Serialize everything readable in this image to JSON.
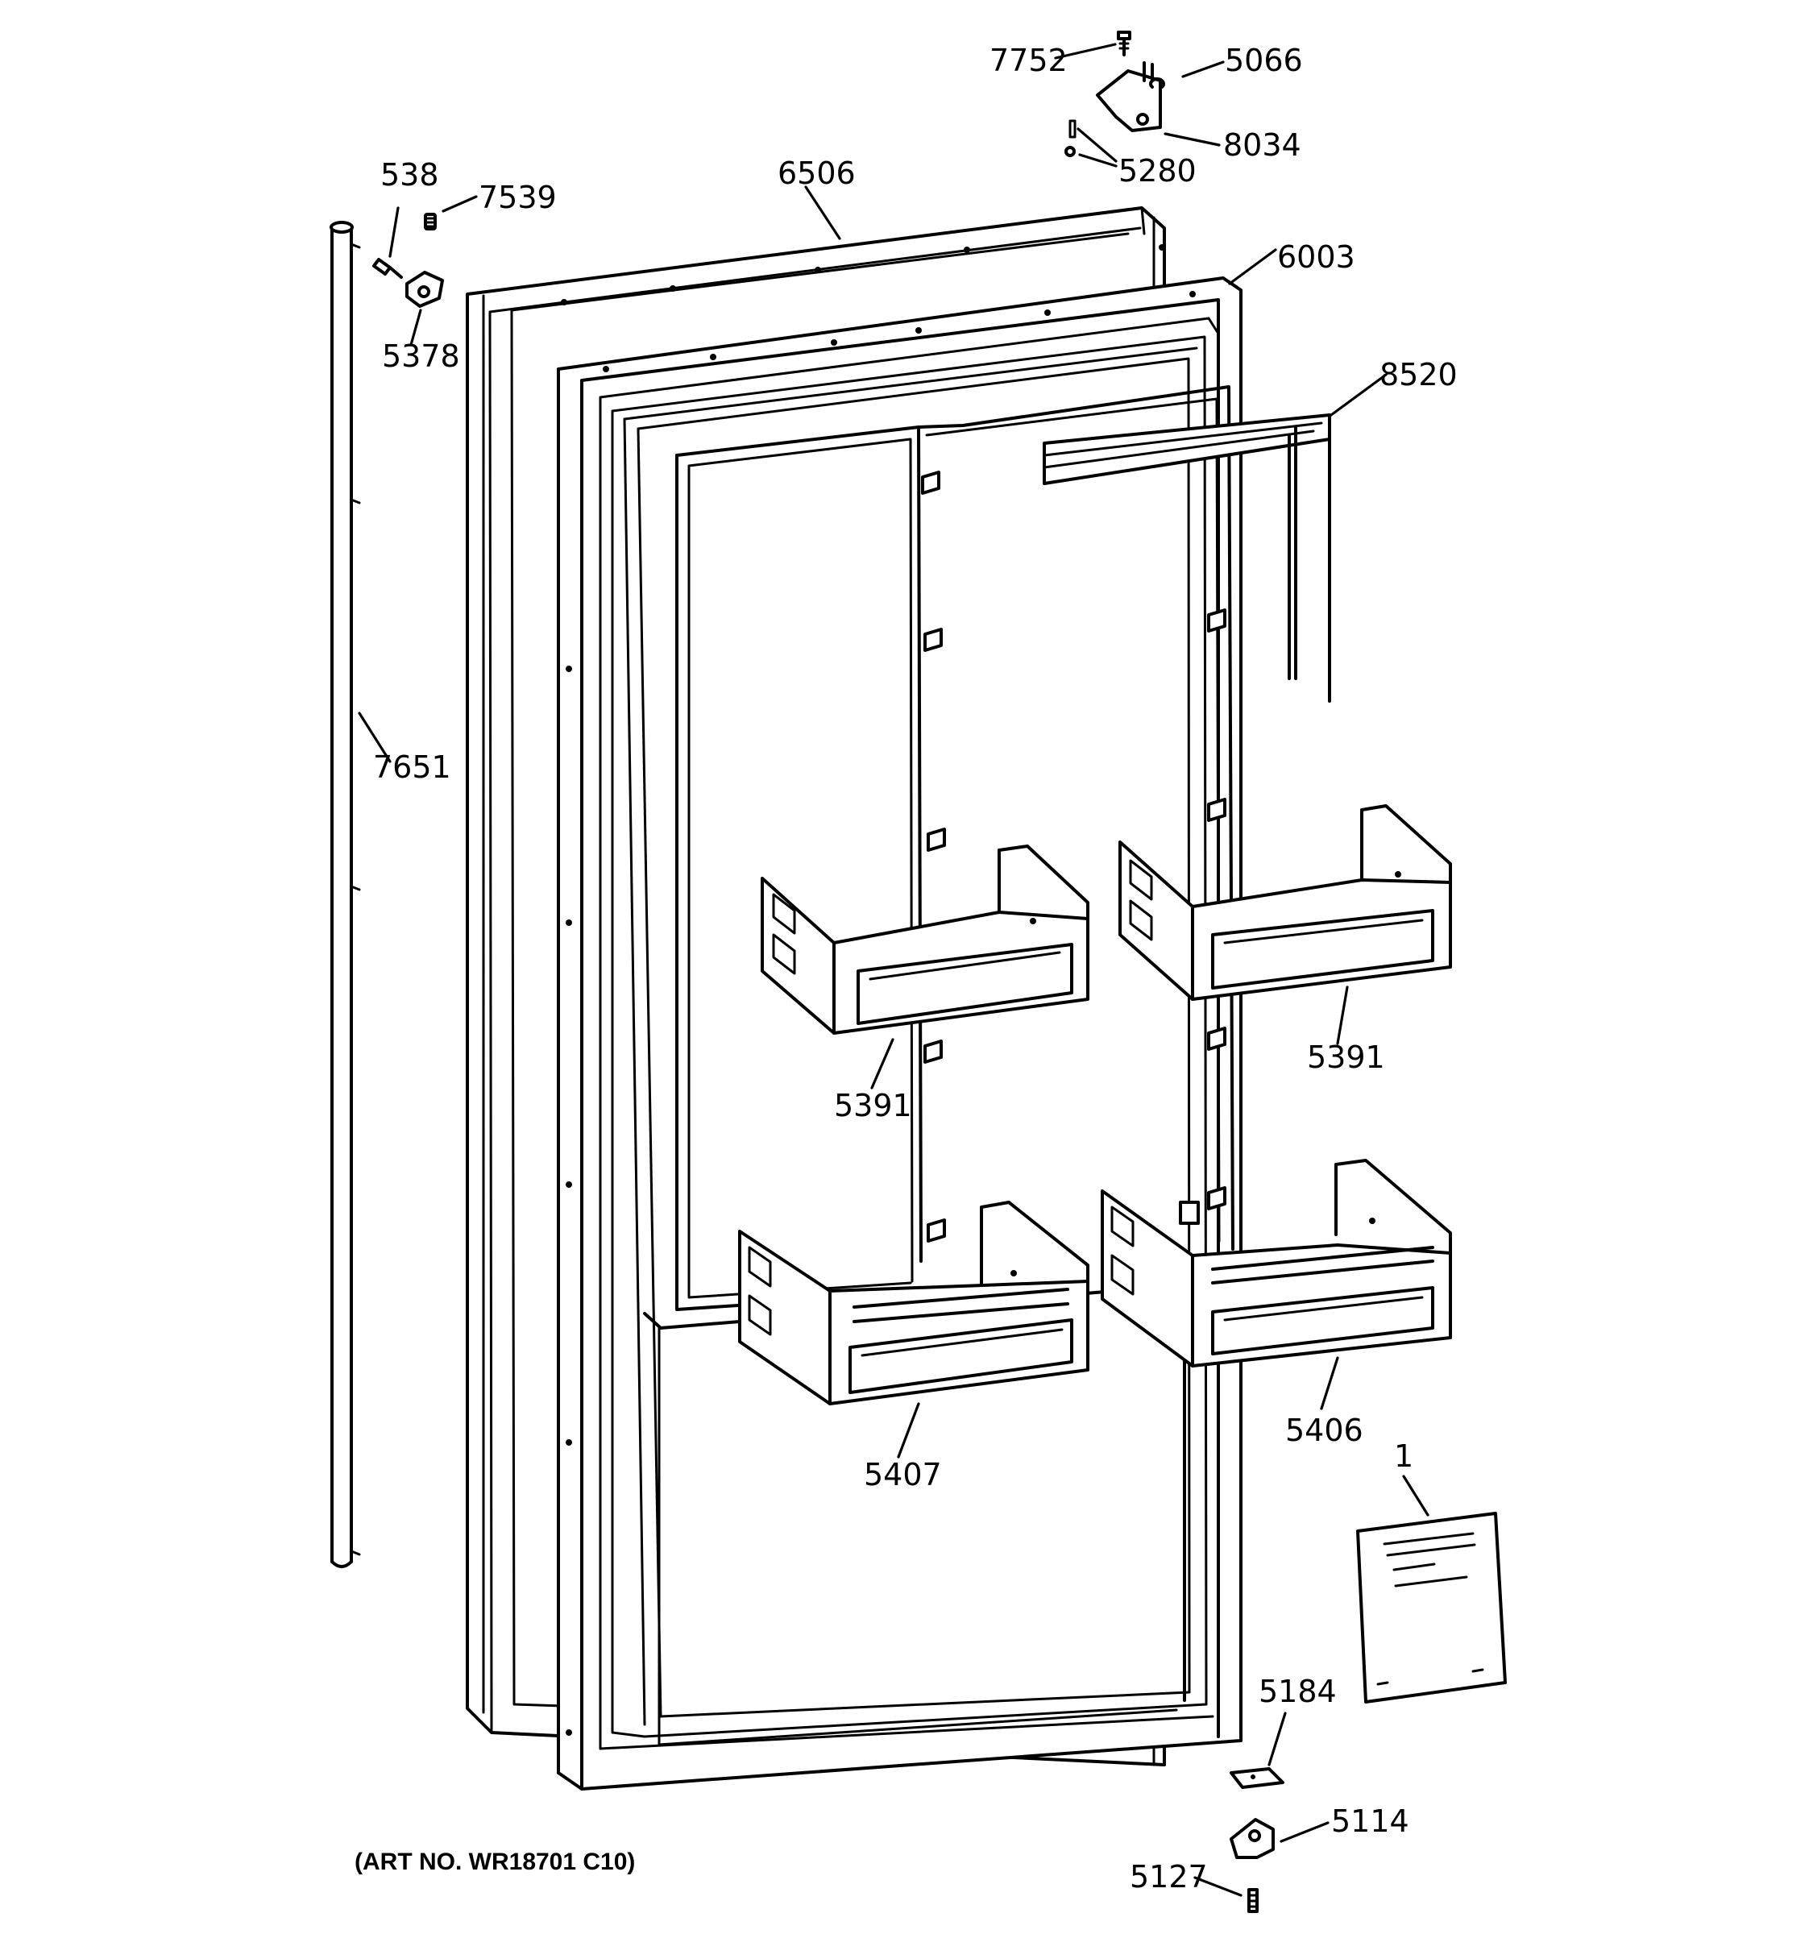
{
  "diagram": {
    "art_number": "(ART NO. WR18701 C10)",
    "callouts": {
      "p7752": "7752",
      "p5066": "5066",
      "p8034": "8034",
      "p5280": "5280",
      "p538": "538",
      "p7539": "7539",
      "p6506": "6506",
      "p6003": "6003",
      "p8520": "8520",
      "p5378": "5378",
      "p7651": "7651",
      "p5391_left": "5391",
      "p5391_right": "5391",
      "p5407": "5407",
      "p5406": "5406",
      "p1": "1",
      "p5184": "5184",
      "p5114": "5114",
      "p5127": "5127"
    }
  }
}
